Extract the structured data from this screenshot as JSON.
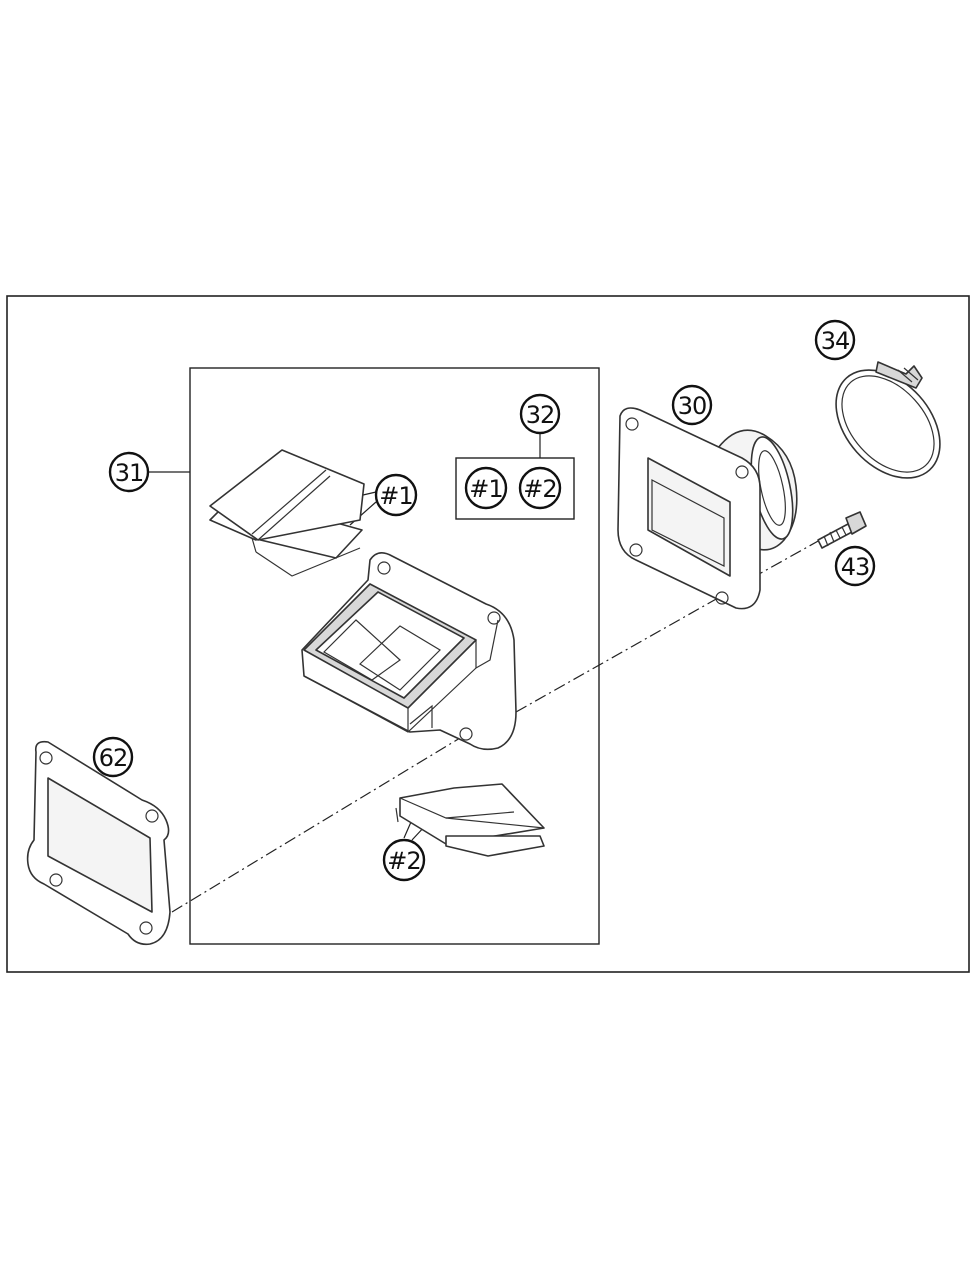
{
  "callouts": {
    "c30": "30",
    "c31": "31",
    "c32": "32",
    "c34": "34",
    "c43": "43",
    "c62": "62",
    "reed_set_1": "#1",
    "reed_set_2": "#2",
    "kit_1": "#1",
    "kit_2": "#2"
  }
}
